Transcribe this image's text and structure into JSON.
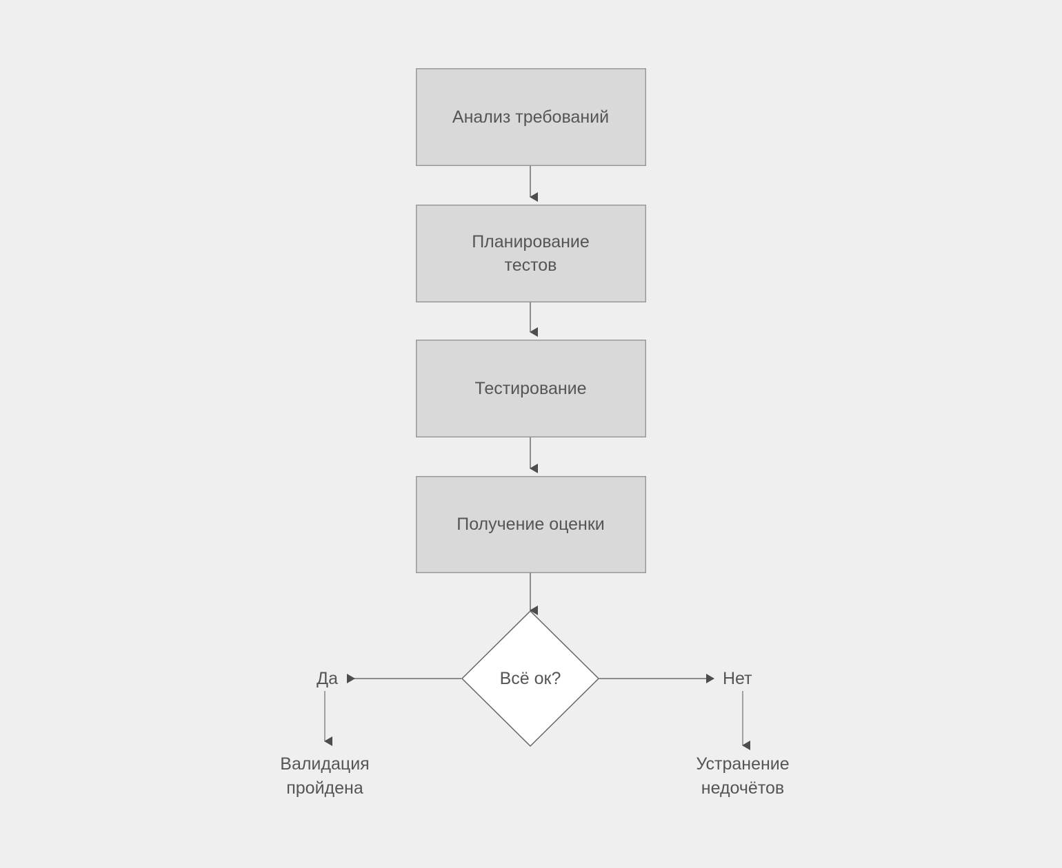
{
  "diagram": {
    "type": "flowchart",
    "orientation": "top-to-bottom",
    "background_color": "#efefef",
    "process_fill_color": "#d9d9d9",
    "process_border_color": "#999999",
    "decision_fill_color": "#ffffff",
    "decision_border_color": "#666666",
    "connector_color": "#8c8c8c",
    "arrowhead_color": "#4d4d4d",
    "text_color": "#555555",
    "nodes": {
      "process_1": "Анализ требований",
      "process_2": "Планирование\nтестов",
      "process_3": "Тестирование",
      "process_4": "Получение оценки",
      "decision": "Всё ок?",
      "terminal_yes": "Валидация\nпройдена",
      "terminal_no": "Устранение\nнедочётов"
    },
    "edge_labels": {
      "yes": "Да",
      "no": "Нет"
    }
  }
}
